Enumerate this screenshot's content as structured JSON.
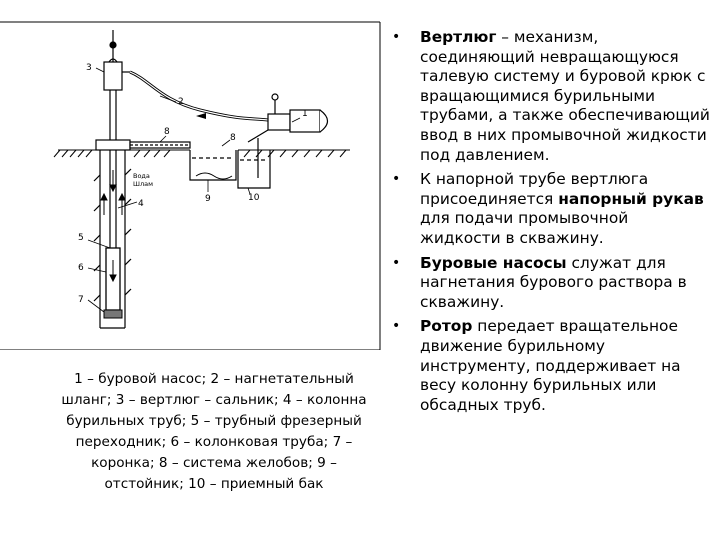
{
  "diagram": {
    "labels": {
      "n1": "1",
      "n2": "2",
      "n3": "3",
      "n4": "4",
      "n5": "5",
      "n6": "6",
      "n7": "7",
      "n8a": "8",
      "n8b": "8",
      "n9": "9",
      "n10": "10"
    },
    "water_label_1": "Вода",
    "water_label_2": "Шлам"
  },
  "caption": "1 – буровой насос; 2 – нагнетательный шланг; 3 – вертлюг – сальник; 4 – колонна бурильных труб; 5 – трубный фрезерный переходник; 6 – колонковая труба; 7 – коронка; 8 – система желобов; 9 – отстойник; 10 – приемный бак",
  "bullets": [
    {
      "term": "Вертлюг",
      "text": " – механизм, соединяющий невращающуюся талевую систему и буровой крюк с вращающимися бурильными трубами, а также обеспечивающий ввод в них промывочной жидкости под давлением."
    },
    {
      "pre": "К напорной трубе вертлюга присоединяется ",
      "term": "напорный рукав",
      "text": " для подачи промывочной жидкости в скважину."
    },
    {
      "term": "Буровые насосы",
      "text": " служат для нагнетания бурового раствора в скважину."
    },
    {
      "term": "Ротор",
      "text": " передает вращательное движение бурильному инструменту, поддерживает на весу колонну бурильных или обсадных труб."
    }
  ]
}
